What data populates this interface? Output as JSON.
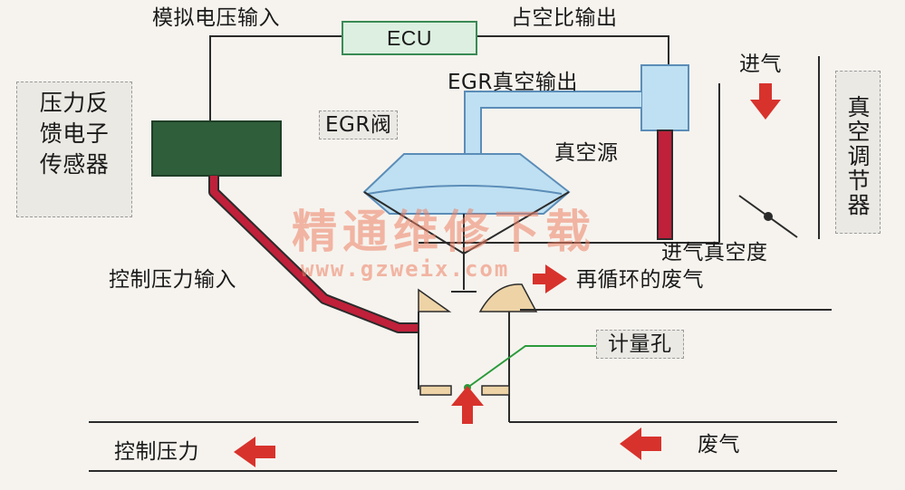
{
  "labels": {
    "analog_input": "模拟电压输入",
    "ecu": "ECU",
    "duty_output": "占空比输出",
    "egr_vacuum_output": "EGR真空输出",
    "egr_valve": "EGR阀",
    "vacuum_source": "真空源",
    "pressure_sensor": "压力反馈电子传感器",
    "control_pressure_input": "控制压力输入",
    "intake": "进气",
    "vacuum_regulator": "真空调节器",
    "intake_vacuum": "进气真空度",
    "recirculated_exhaust": "再循环的废气",
    "metering_orifice": "计量孔",
    "control_pressure": "控制压力",
    "exhaust": "废气"
  },
  "watermark": {
    "text": "精通维修下载",
    "url": "www.gzweix.com"
  },
  "colors": {
    "ecu_fill": "#dcefe0",
    "ecu_border": "#3a8a55",
    "sensor_fill": "#2f5e3a",
    "vacuum_fill": "#bfe0f2",
    "vacuum_stroke": "#5b8db8",
    "pressure_line": "#c0203a",
    "arrow": "#d8322c",
    "tan": "#edd3a6",
    "line": "#2b2b2b"
  }
}
